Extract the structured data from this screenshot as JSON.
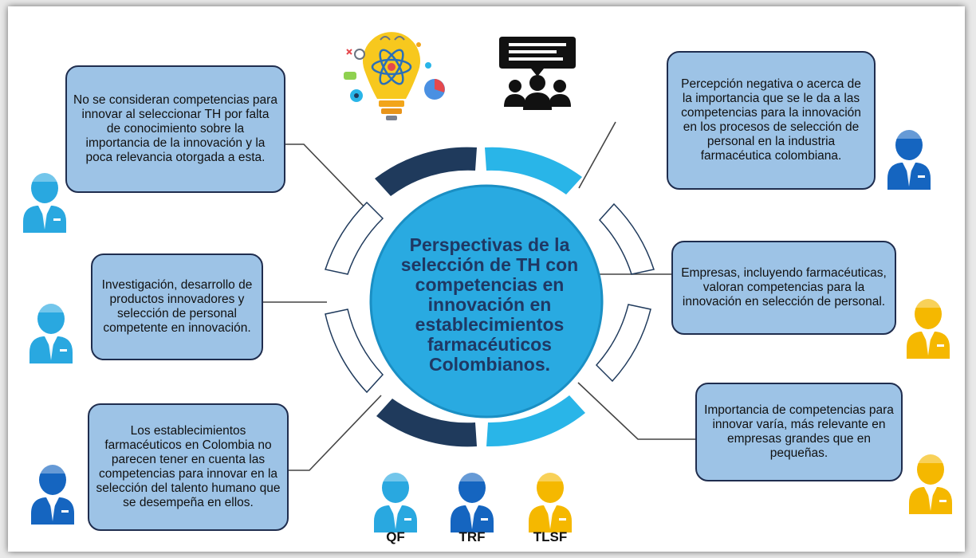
{
  "colors": {
    "qf": "#29a8e0",
    "trf": "#1565c0",
    "tlsf": "#f5b800",
    "box_fill": "#9dc3e6",
    "center_fill": "#29aae1",
    "center_text": "#1f3864",
    "dark_arc": "#1f3a5c",
    "cyan_arc": "#29b5e8"
  },
  "center": {
    "title": "Perspectivas de la selección de TH con competencias en innovación en establecimientos farmacéuticos Colombianos."
  },
  "boxes": {
    "left_top": "No se consideran competencias para innovar al seleccionar TH por falta de conocimiento sobre la importancia de la innovación y la poca relevancia otorgada a esta.",
    "left_middle": "Investigación, desarrollo de productos innovadores y selección de personal competente en innovación.",
    "left_bottom": "Los establecimientos farmacéuticos en Colombia no parecen tener en cuenta las competencias para innovar en la selección del talento humano que se desempeña en ellos.",
    "right_top": "Percepción negativa o acerca de la importancia que se le da a las competencias para la innovación en los procesos de selección de personal en la industria farmacéutica colombiana.",
    "right_middle": "Empresas, incluyendo farmacéuticas, valoran competencias para la innovación en selección de personal.",
    "right_bottom": "Importancia de competencias para innovar varía, más relevante en empresas grandes que en pequeñas."
  },
  "legend": [
    {
      "label": "QF",
      "color": "qf"
    },
    {
      "label": "TRF",
      "color": "trf"
    },
    {
      "label": "TLSF",
      "color": "tlsf"
    }
  ],
  "icons": {
    "innovation": "lightbulb-atom-icon",
    "discussion": "group-chat-icon",
    "person": "businessperson-icon"
  }
}
